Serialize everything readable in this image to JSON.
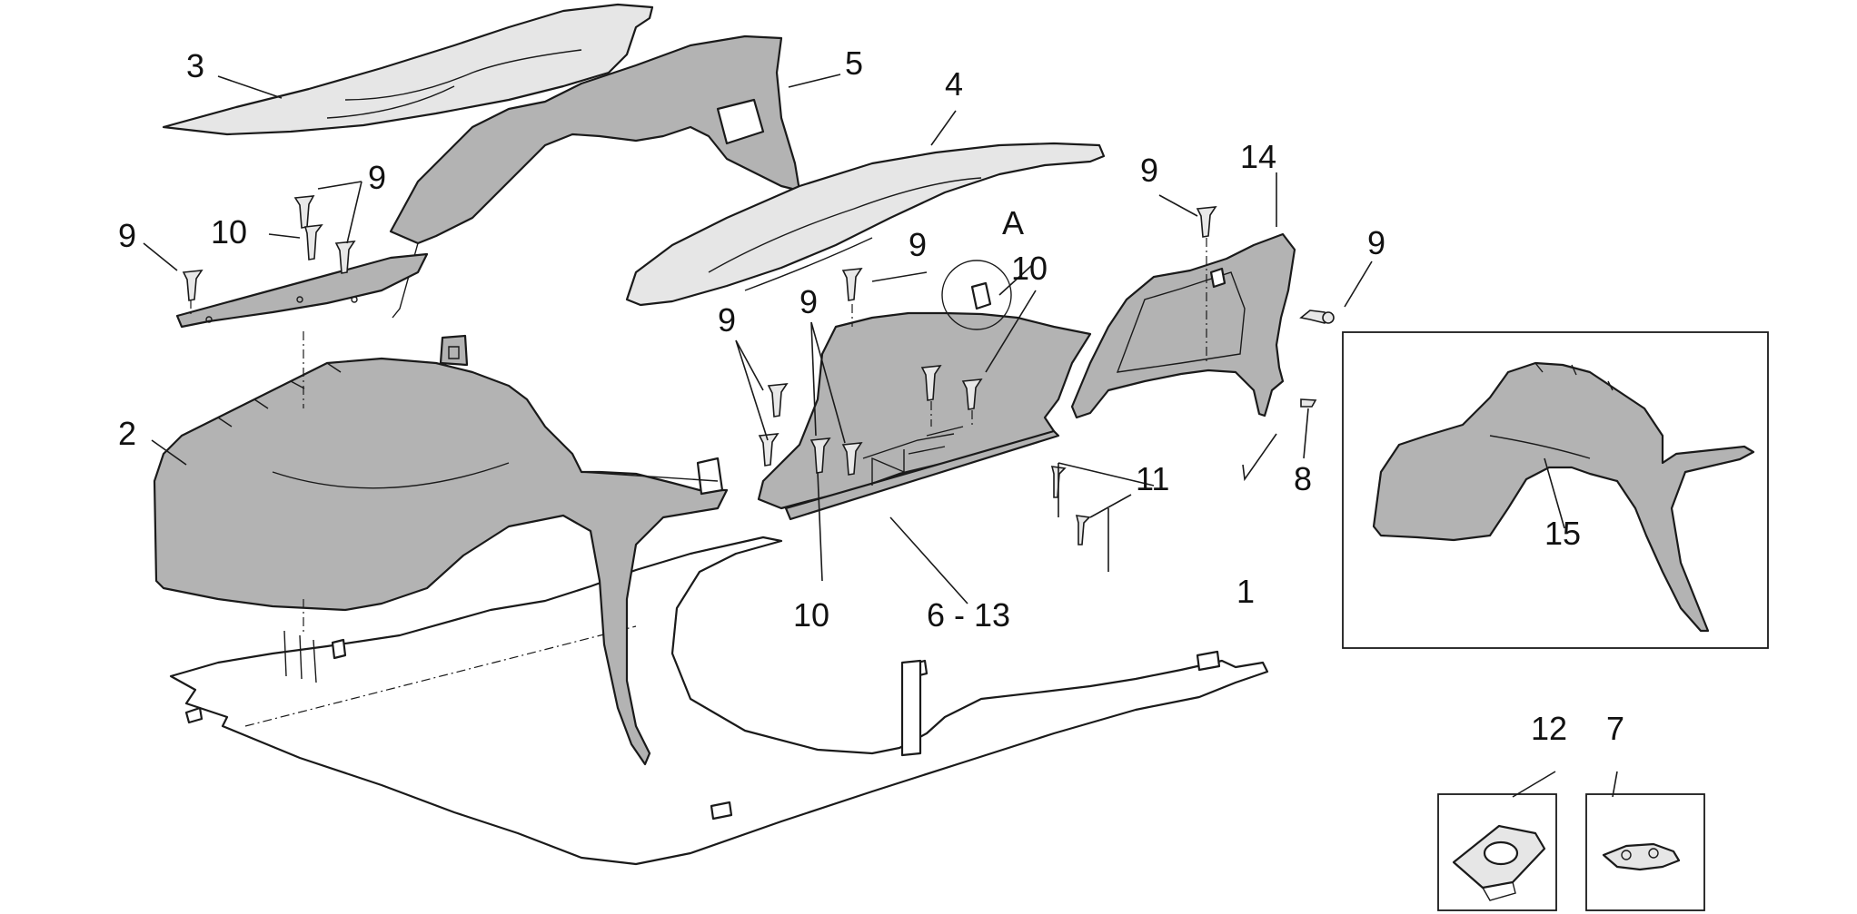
{
  "callouts": {
    "c1": "1",
    "c2": "2",
    "c3": "3",
    "c4": "4",
    "c5": "5",
    "c6_13": "6 - 13",
    "c7": "7",
    "c8": "8",
    "c9": "9",
    "c10": "10",
    "c11": "11",
    "c12": "12",
    "c14": "14",
    "c15": "15",
    "cA": "A"
  },
  "colors": {
    "panel_grey": "#b3b3b3",
    "panel_light": "#e6e6e6",
    "line": "#1a1a1a"
  }
}
